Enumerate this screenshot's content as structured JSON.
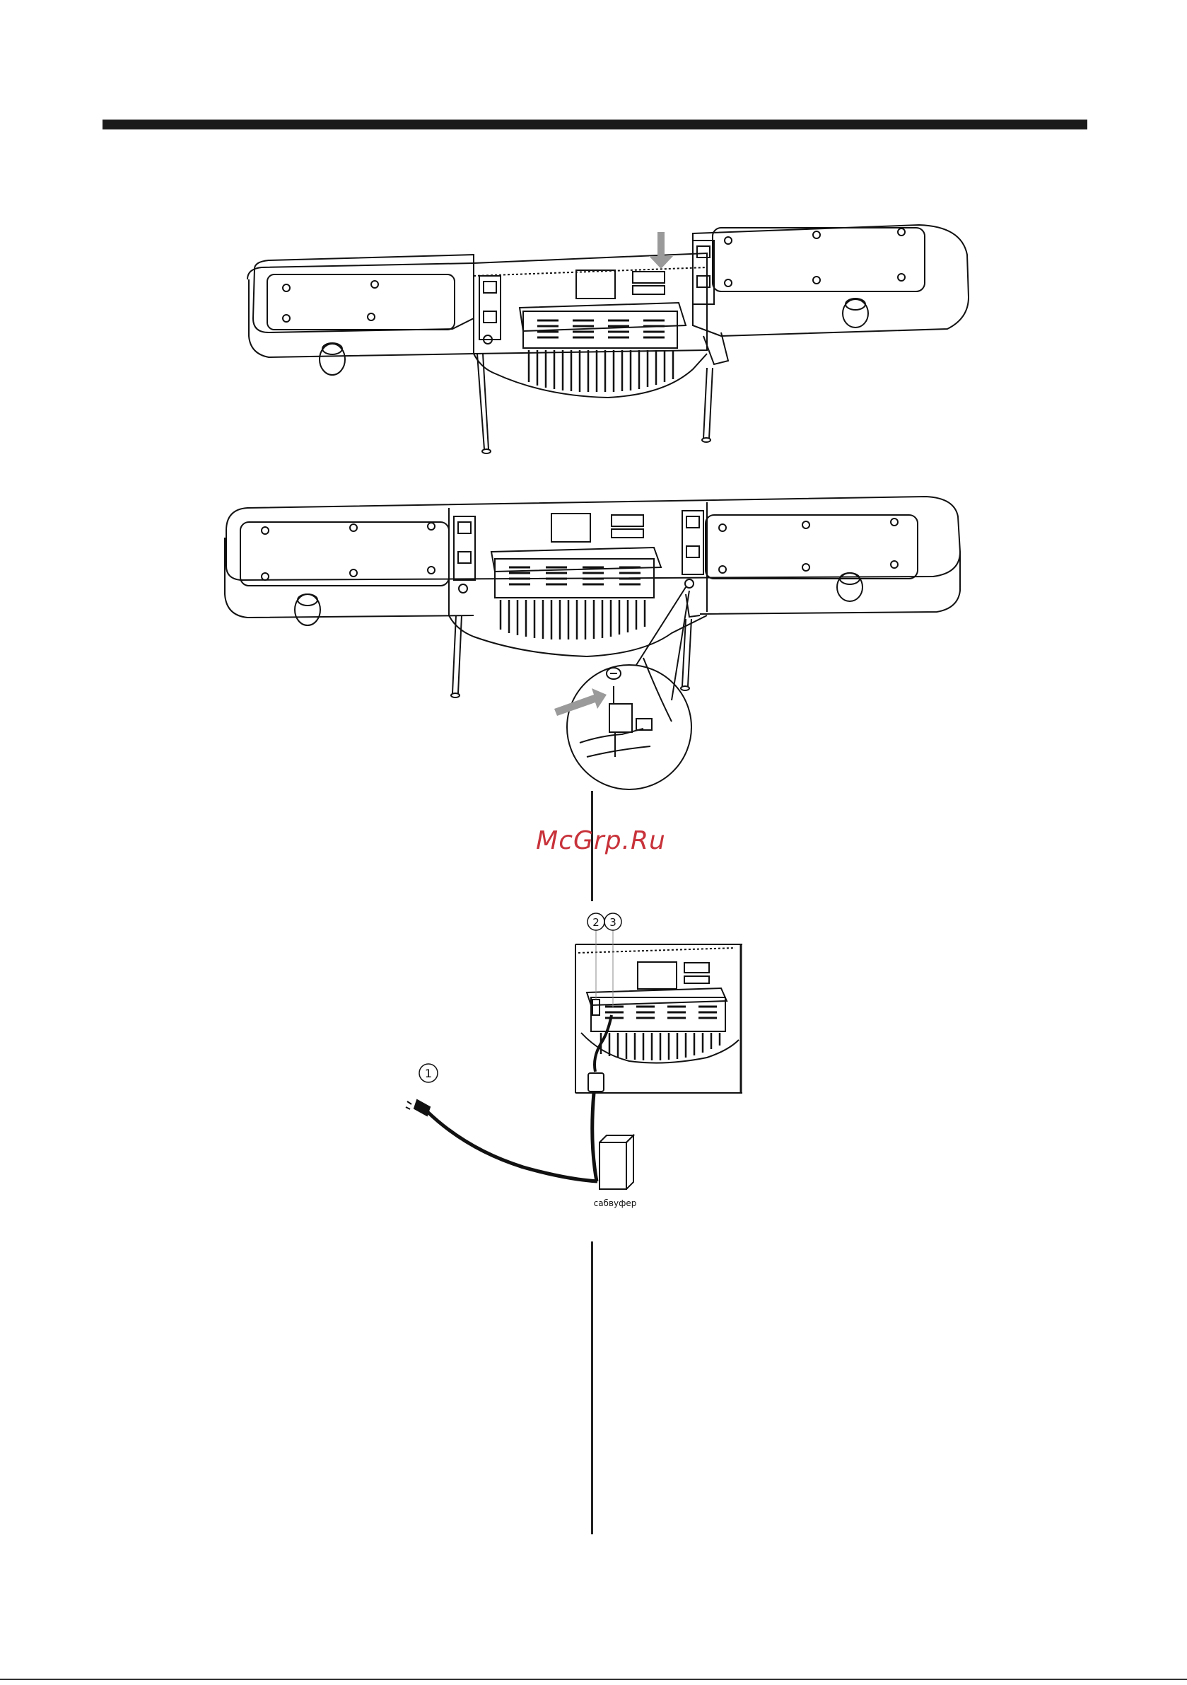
{
  "watermark": "McGrp.Ru",
  "callouts": {
    "power_plug": "1",
    "jack_left": "2",
    "jack_right": "3"
  },
  "subwoofer_label": "сабвуфер"
}
